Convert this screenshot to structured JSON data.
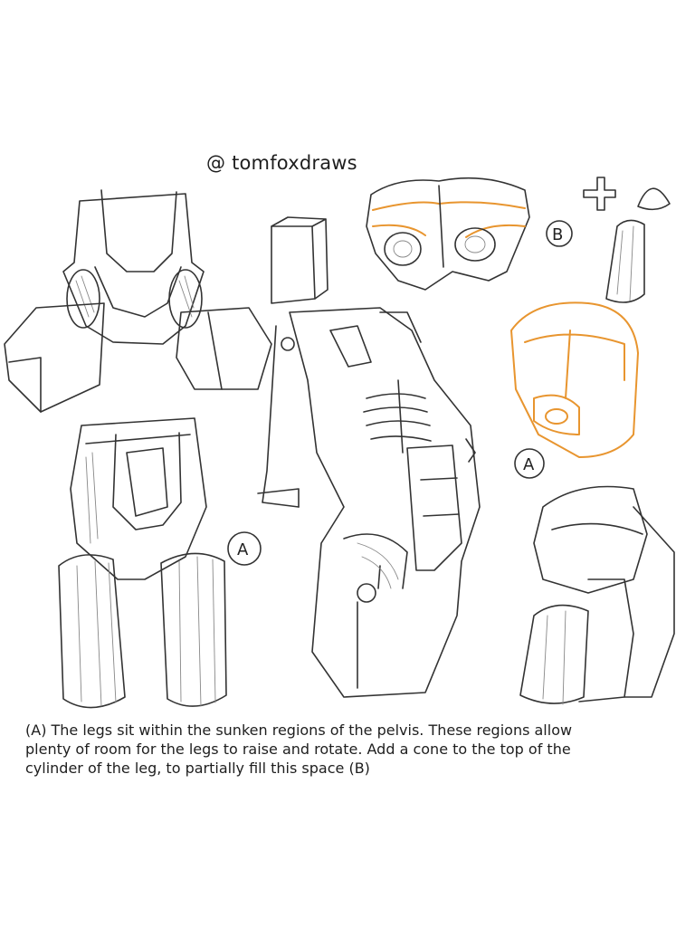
{
  "credit": "@ tomfoxdraws",
  "labels": {
    "a": "A",
    "b": "B"
  },
  "caption": [
    "(A) The legs sit within the sunken regions of the pelvis.  These regions allow",
    "plenty of room for the legs to raise and rotate. Add a cone to the top of the",
    "cylinder of the leg, to partially fill this space (B)"
  ],
  "colors": {
    "ink": "#333333",
    "highlight": "#e8952f"
  }
}
